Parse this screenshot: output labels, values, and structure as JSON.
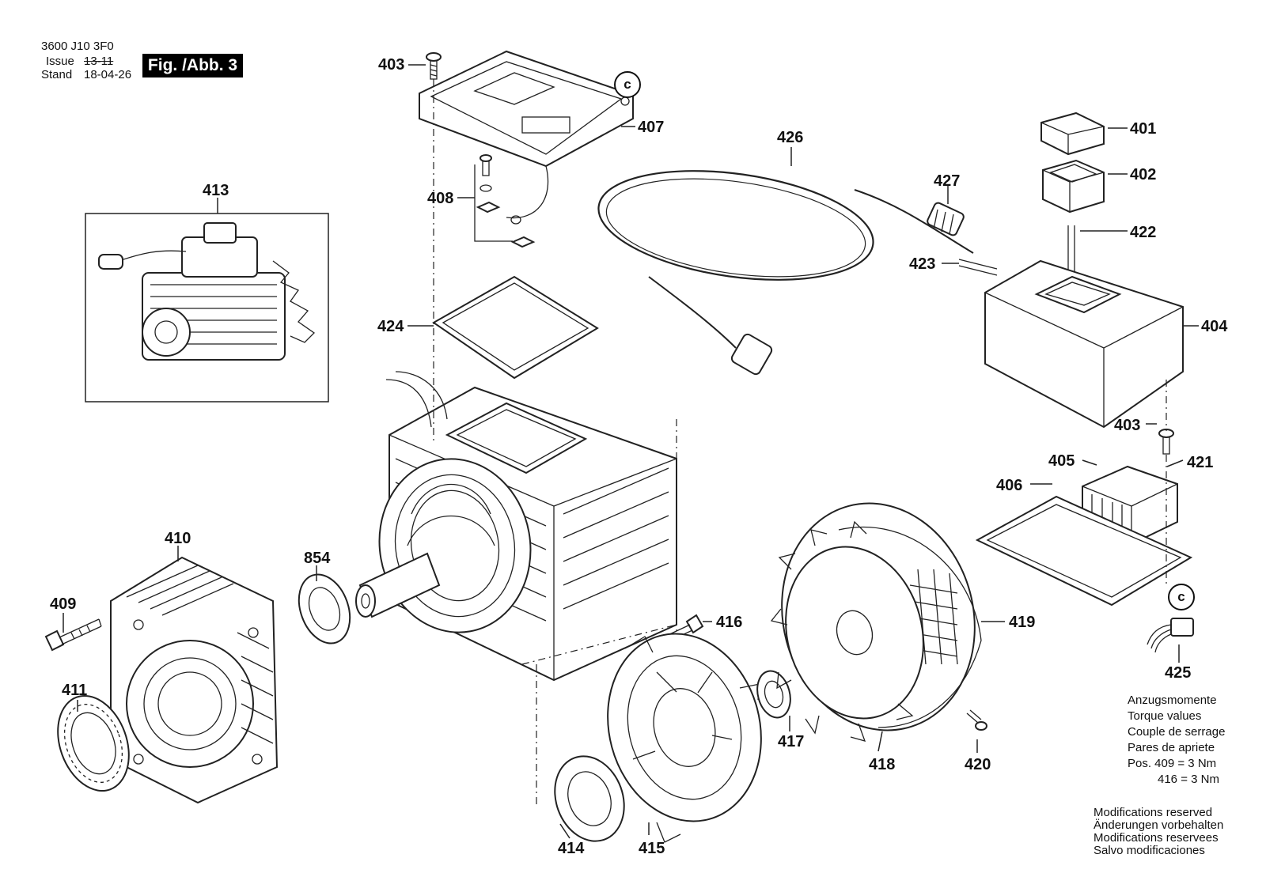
{
  "header": {
    "doc_number": "3600 J10 3F0",
    "issue_label": "Issue",
    "issue_value": "13-11",
    "stand_label": "Stand",
    "stand_value": "18-04-26",
    "figure_label": "Fig. /Abb. 3"
  },
  "parts": [
    "401",
    "402",
    "403",
    "404",
    "405",
    "406",
    "407",
    "408",
    "409",
    "410",
    "411",
    "413",
    "414",
    "415",
    "416",
    "417",
    "418",
    "419",
    "420",
    "421",
    "422",
    "423",
    "424",
    "425",
    "426",
    "427",
    "854"
  ],
  "callouts": [
    {
      "id": "403",
      "text": "403"
    },
    {
      "id": "407",
      "text": "407"
    },
    {
      "id": "408",
      "text": "408"
    },
    {
      "id": "413",
      "text": "413"
    },
    {
      "id": "424",
      "text": "424"
    },
    {
      "id": "426",
      "text": "426"
    },
    {
      "id": "427",
      "text": "427"
    },
    {
      "id": "401",
      "text": "401"
    },
    {
      "id": "402",
      "text": "402"
    },
    {
      "id": "422",
      "text": "422"
    },
    {
      "id": "423",
      "text": "423"
    },
    {
      "id": "404",
      "text": "404"
    },
    {
      "id": "403b",
      "text": "403"
    },
    {
      "id": "405",
      "text": "405"
    },
    {
      "id": "421",
      "text": "421"
    },
    {
      "id": "406",
      "text": "406"
    },
    {
      "id": "410",
      "text": "410"
    },
    {
      "id": "854",
      "text": "854"
    },
    {
      "id": "409",
      "text": "409"
    },
    {
      "id": "411",
      "text": "411"
    },
    {
      "id": "416",
      "text": "416"
    },
    {
      "id": "419",
      "text": "419"
    },
    {
      "id": "425",
      "text": "425"
    },
    {
      "id": "417",
      "text": "417"
    },
    {
      "id": "418",
      "text": "418"
    },
    {
      "id": "420",
      "text": "420"
    },
    {
      "id": "414",
      "text": "414"
    },
    {
      "id": "415",
      "text": "415"
    }
  ],
  "connector_marker": "c",
  "torque": {
    "lines": [
      "Anzugsmomente",
      "Torque values",
      "Couple de serrage",
      "Pares de apriete"
    ],
    "values": [
      "Pos. 409 = 3 Nm",
      "416 = 3 Nm"
    ]
  },
  "modifications": [
    "Modifications reserved",
    "Änderungen vorbehalten",
    "Modifications reservees",
    "Salvo modificaciones"
  ]
}
